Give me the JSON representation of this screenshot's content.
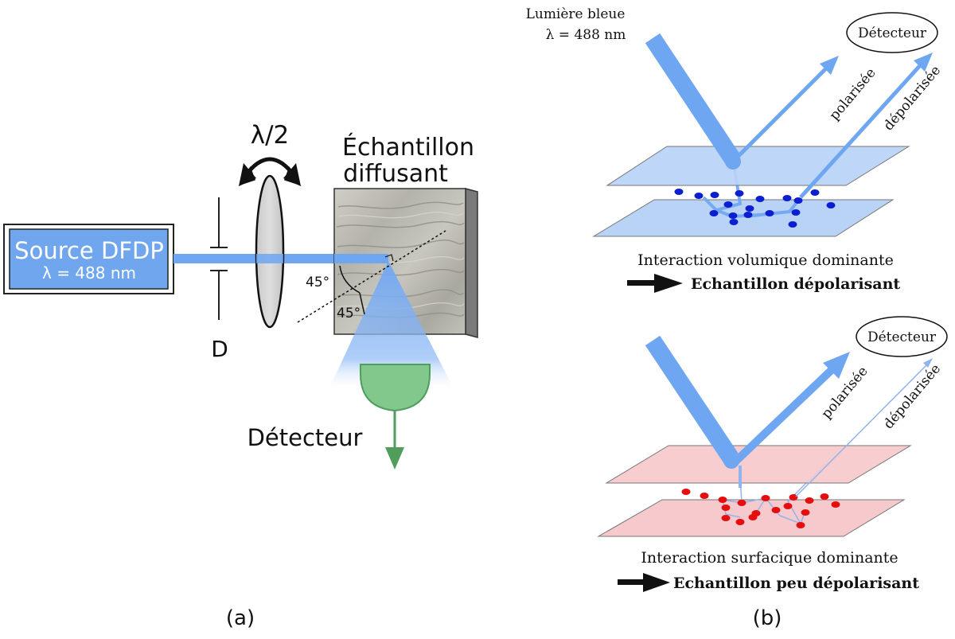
{
  "panel_a": {
    "source_title": "Source DFDP",
    "source_wavelength": "λ = 488 nm",
    "half_wave_label": "λ/2",
    "sample_label_line1": "Échantillon",
    "sample_label_line2": "diffusant",
    "angle_upper": "45°",
    "angle_lower": "45°",
    "diaphragm_label": "D",
    "detector_label": "Détecteur",
    "caption": "(a)"
  },
  "panel_b": {
    "light_label_line1": "Lumière bleue",
    "light_label_line2": "λ = 488 nm",
    "top": {
      "detector_label": "Détecteur",
      "polarized_label": "polarisée",
      "depolarized_label": "dépolarisée",
      "interaction_label": "Interaction volumique dominante",
      "conclusion_label": "Echantillon dépolarisant"
    },
    "bottom": {
      "detector_label": "Détecteur",
      "polarized_label": "polarisée",
      "depolarized_label": "dépolarisée",
      "interaction_label": "Interaction surfacique dominante",
      "conclusion_label": "Echantillon peu dépolarisant"
    },
    "caption": "(b)"
  },
  "colors": {
    "beam_blue": "#6ea6f2",
    "source_fill": "#6fa6ee",
    "plane_blue": "#b9d3f6",
    "plane_pink": "#f6c9cc",
    "particle_blue": "#0b1fd1",
    "particle_red": "#e60d0d",
    "detector_green": "#82c88c",
    "arrow_green": "#4f9e5c",
    "sample_gray": "#bdbcb4"
  }
}
